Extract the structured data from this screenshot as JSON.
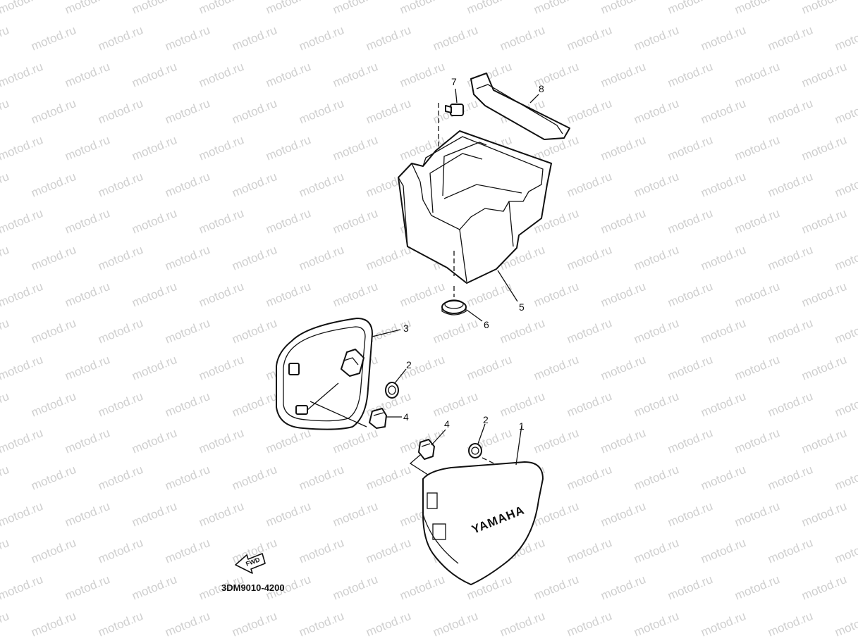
{
  "watermark": {
    "text": "motod.ru",
    "color": "#cfcfcf"
  },
  "callouts": [
    {
      "id": "p7",
      "label": "7"
    },
    {
      "id": "p8",
      "label": "8"
    },
    {
      "id": "p5",
      "label": "5"
    },
    {
      "id": "p6",
      "label": "6"
    },
    {
      "id": "p3",
      "label": "3"
    },
    {
      "id": "p2a",
      "label": "2"
    },
    {
      "id": "p4a",
      "label": "4"
    },
    {
      "id": "p4b",
      "label": "4"
    },
    {
      "id": "p2b",
      "label": "2"
    },
    {
      "id": "p1",
      "label": "1"
    }
  ],
  "cover_brand": "YAMAHA",
  "fwd_label": "FWD",
  "diagram_code": "3DM9010-4200"
}
